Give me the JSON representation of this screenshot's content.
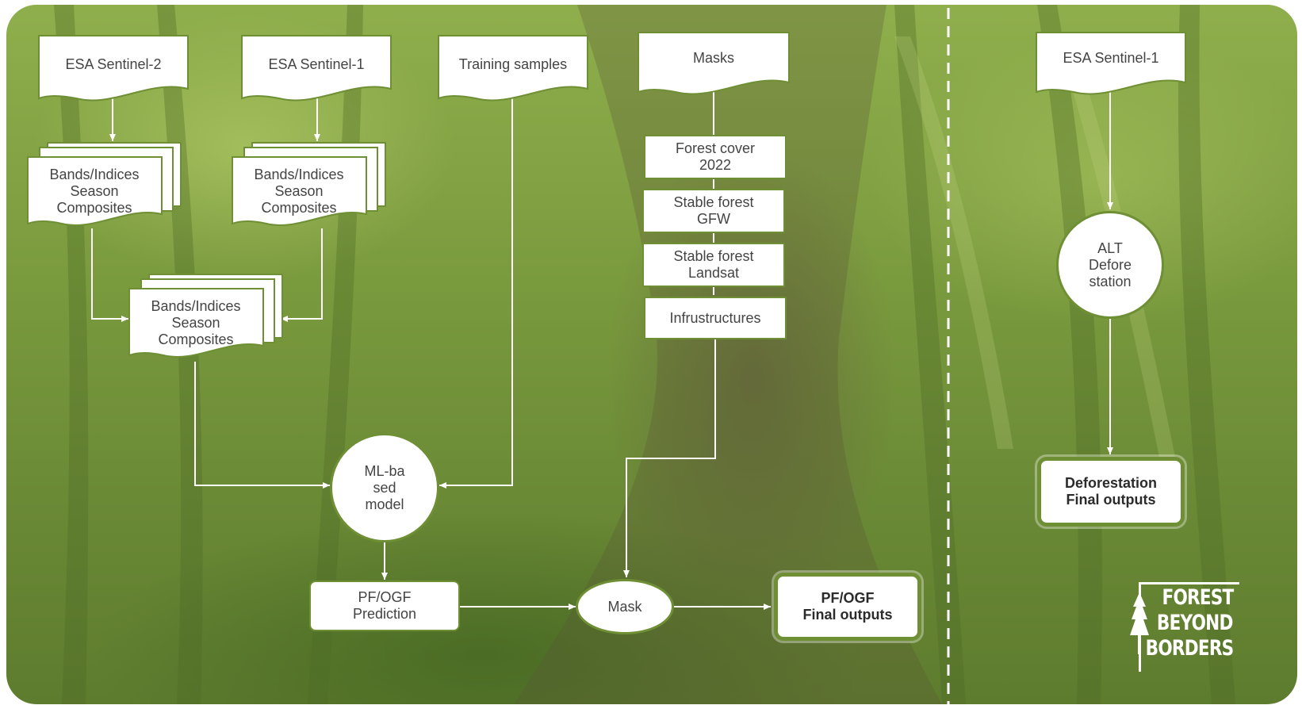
{
  "colors": {
    "node_border": "#6f8f35",
    "connector": "#ffffff",
    "node_fill": "#ffffff",
    "background": "#7a9a3e"
  },
  "sources": {
    "s2": "ESA Sentinel-2",
    "s1": "ESA Sentinel-1",
    "training": "Training samples",
    "masks": "Masks",
    "s1_right": "ESA Sentinel-1"
  },
  "composites": {
    "left": [
      "Bands/Indices",
      "Season",
      "Composites"
    ],
    "right": [
      "Bands/Indices",
      "Season",
      "Composites"
    ],
    "merged": [
      "Bands/Indices",
      "Season",
      "Composites"
    ]
  },
  "mask_layers": {
    "forest_cover": [
      "Forest cover",
      "2022"
    ],
    "stable_gfw": [
      "Stable forest",
      "GFW"
    ],
    "stable_landsat": [
      "Stable forest",
      "Landsat"
    ],
    "infrastructures": "Infrustructures"
  },
  "process": {
    "ml_model": [
      "ML-ba",
      "sed",
      "model"
    ],
    "prediction": [
      "PF/OGF",
      "Prediction"
    ],
    "mask": "Mask",
    "final": [
      "PF/OGF",
      "Final outputs"
    ],
    "alt": [
      "ALT",
      "Defore",
      "station"
    ],
    "defo_final": [
      "Deforestation",
      "Final outputs"
    ]
  },
  "logo": {
    "line1": "FOREST",
    "line2": "BEYOND",
    "line3": "BORDERS",
    "icon": "tree-icon"
  }
}
